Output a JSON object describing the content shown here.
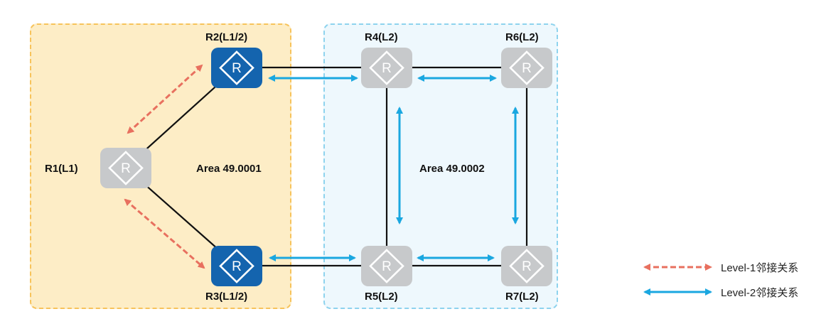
{
  "areas": [
    {
      "label": "Area 49.0001"
    },
    {
      "label": "Area 49.0002"
    }
  ],
  "routers": {
    "r1": {
      "label": "R1(L1)",
      "icon": "router-icon",
      "color": "#c7c9cb"
    },
    "r2": {
      "label": "R2(L1/2)",
      "icon": "router-icon",
      "color": "#1464ae"
    },
    "r3": {
      "label": "R3(L1/2)",
      "icon": "router-icon",
      "color": "#1464ae"
    },
    "r4": {
      "label": "R4(L2)",
      "icon": "router-icon",
      "color": "#c7c9cb"
    },
    "r5": {
      "label": "R5(L2)",
      "icon": "router-icon",
      "color": "#c7c9cb"
    },
    "r6": {
      "label": "R6(L2)",
      "icon": "router-icon",
      "color": "#c7c9cb"
    },
    "r7": {
      "label": "R7(L2)",
      "icon": "router-icon",
      "color": "#c7c9cb"
    }
  },
  "legend": {
    "level1": {
      "label": "Level-1邻接关系",
      "color": "#e8705f"
    },
    "level2": {
      "label": "Level-2邻接关系",
      "color": "#1aa7e0"
    }
  },
  "colors": {
    "area1_fill": "#fdedc6",
    "area1_border": "#f7c35b",
    "area2_fill": "#eef8fd",
    "area2_border": "#8ed3ee"
  }
}
